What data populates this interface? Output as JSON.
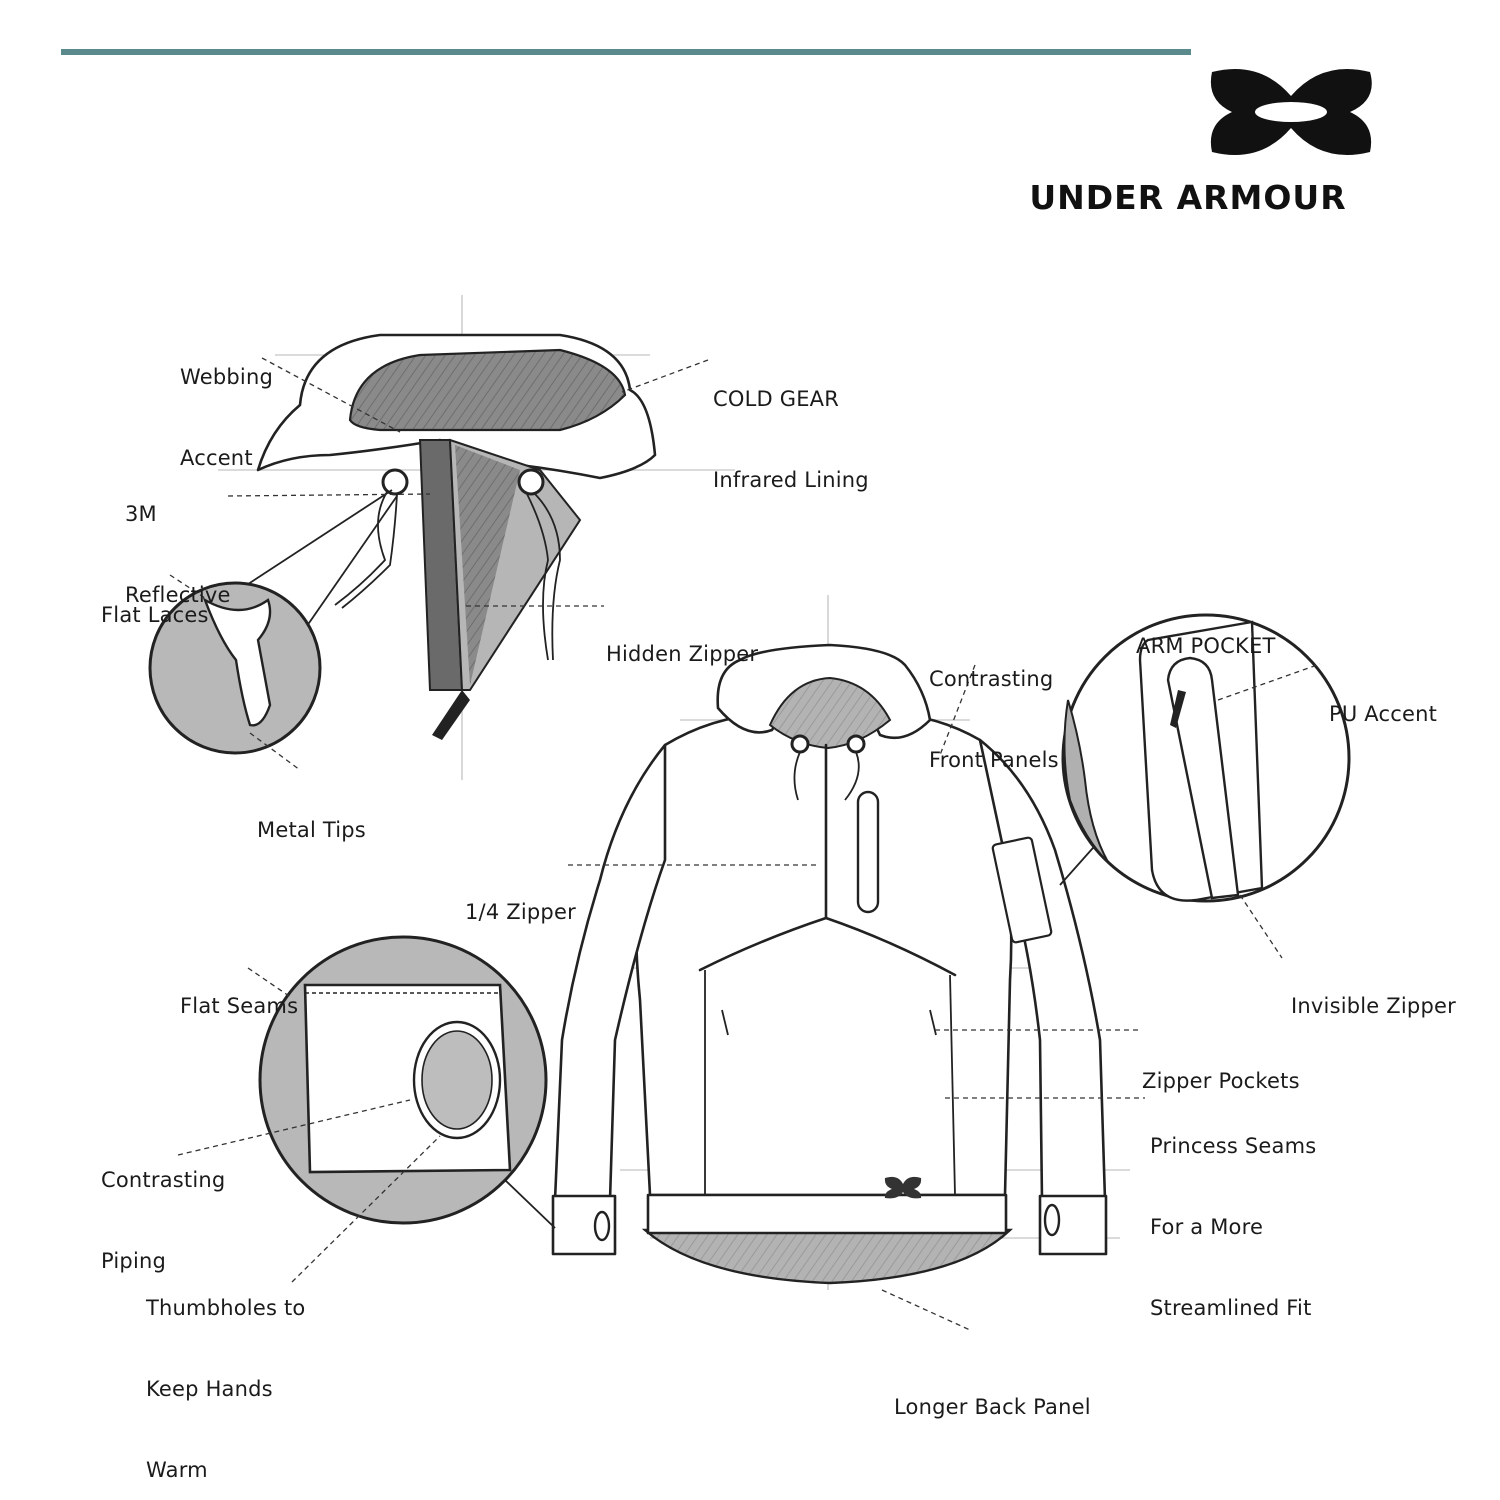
{
  "header": {
    "accent_color": "#5b8a8c"
  },
  "brand": {
    "name": "UNDER ARMOUR",
    "logo": "under-armour-logo"
  },
  "callouts": {
    "webbing_accent": [
      "Webbing",
      "Accent"
    ],
    "cold_gear": [
      "COLD GEAR",
      "Infrared Lining"
    ],
    "reflective": [
      "3M",
      "Reflective"
    ],
    "flat_laces": [
      "Flat Laces"
    ],
    "hidden_zipper": [
      "Hidden Zipper"
    ],
    "metal_tips": [
      "Metal Tips"
    ],
    "arm_pocket": [
      "ARM POCKET"
    ],
    "contrasting_front_panels": [
      "Contrasting",
      "Front Panels"
    ],
    "pu_accent": [
      "PU Accent"
    ],
    "quarter_zipper": [
      "1/4 Zipper"
    ],
    "invisible_zipper": [
      "Invisible Zipper"
    ],
    "flat_seams": [
      "Flat Seams"
    ],
    "zipper_pockets": [
      "Zipper Pockets"
    ],
    "princess_seams": [
      "Princess Seams",
      "For a More",
      "Streamlined Fit"
    ],
    "contrasting_piping": [
      "Contrasting",
      "Piping"
    ],
    "thumbholes": [
      "Thumbholes to",
      "Keep Hands",
      "Warm"
    ],
    "longer_back_panel": [
      "Longer Back Panel"
    ]
  },
  "colors": {
    "fill_gray": "#b8b8b8",
    "lining_gray": "#8d8d8d",
    "ink": "#222222"
  }
}
